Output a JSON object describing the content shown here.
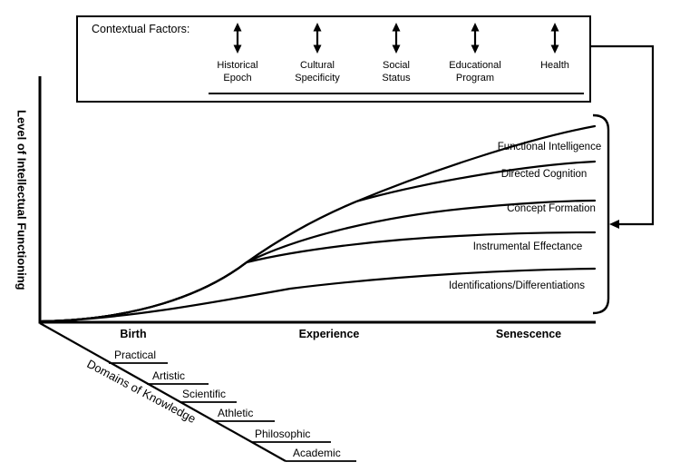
{
  "contextual_box": {
    "title": "Contextual Factors:",
    "factors": [
      {
        "line1": "Historical",
        "line2": "Epoch"
      },
      {
        "line1": "Cultural",
        "line2": "Specificity"
      },
      {
        "line1": "Social",
        "line2": "Status"
      },
      {
        "line1": "Educational",
        "line2": "Program"
      },
      {
        "line1": "Health",
        "line2": ""
      }
    ]
  },
  "y_axis_label": "Level of Intellectual Functioning",
  "x_ticks": [
    "Birth",
    "Experience",
    "Senescence"
  ],
  "curve_labels": [
    "Functional Intelligence",
    "Directed Cognition",
    "Concept Formation",
    "Instrumental Effectance",
    "Identifications/Differentiations"
  ],
  "domains_axis": {
    "label": "Domains of Knowledge",
    "items": [
      "Practical",
      "Artistic",
      "Scientific",
      "Athletic",
      "Philosophic",
      "Academic"
    ]
  },
  "colors": {
    "ink": "#000000",
    "background": "#ffffff"
  }
}
